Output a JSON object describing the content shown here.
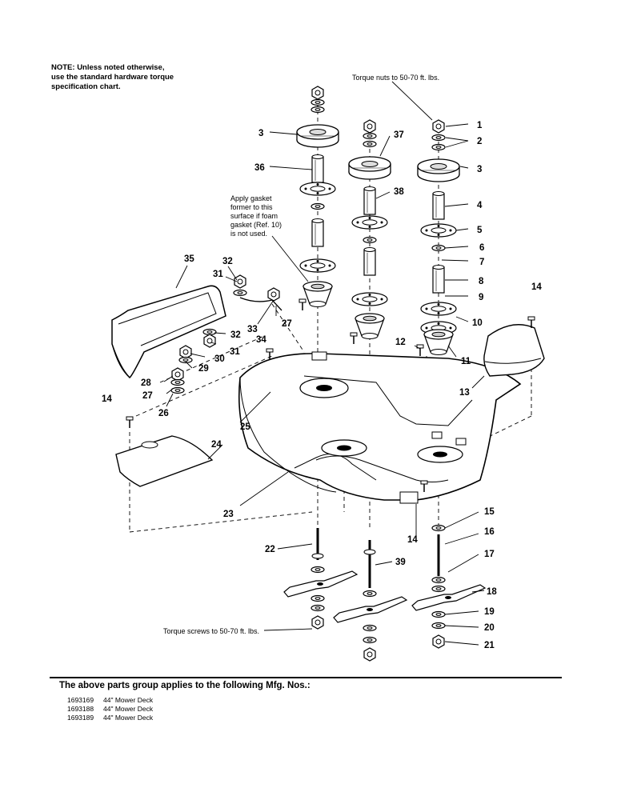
{
  "note": {
    "line1": "NOTE: Unless noted otherwise,",
    "line2": "use the standard hardware torque",
    "line3": "specification chart."
  },
  "callouts": {
    "torque_nuts": "Torque nuts to 50-70 ft. lbs.",
    "gasket_1": "Apply gasket",
    "gasket_2": "former to this",
    "gasket_3": "surface if foam",
    "gasket_4": "gasket (Ref. 10)",
    "gasket_5": "is not used.",
    "torque_screws": "Torque screws to 50-70 ft. lbs."
  },
  "part_numbers": [
    "1",
    "2",
    "3",
    "4",
    "5",
    "6",
    "7",
    "8",
    "9",
    "10",
    "11",
    "12",
    "13",
    "14",
    "15",
    "16",
    "17",
    "18",
    "19",
    "20",
    "21",
    "22",
    "23",
    "24",
    "25",
    "26",
    "27",
    "28",
    "29",
    "30",
    "31",
    "32",
    "33",
    "34",
    "35",
    "36",
    "37",
    "38",
    "39"
  ],
  "footer": {
    "applies_heading": "The above parts group applies to the following Mfg. Nos.:",
    "mfg_rows": [
      {
        "number": "1693169",
        "description": "44\" Mower Deck"
      },
      {
        "number": "1693188",
        "description": "44\" Mower Deck"
      },
      {
        "number": "1693189",
        "description": "44\" Mower Deck"
      }
    ]
  }
}
